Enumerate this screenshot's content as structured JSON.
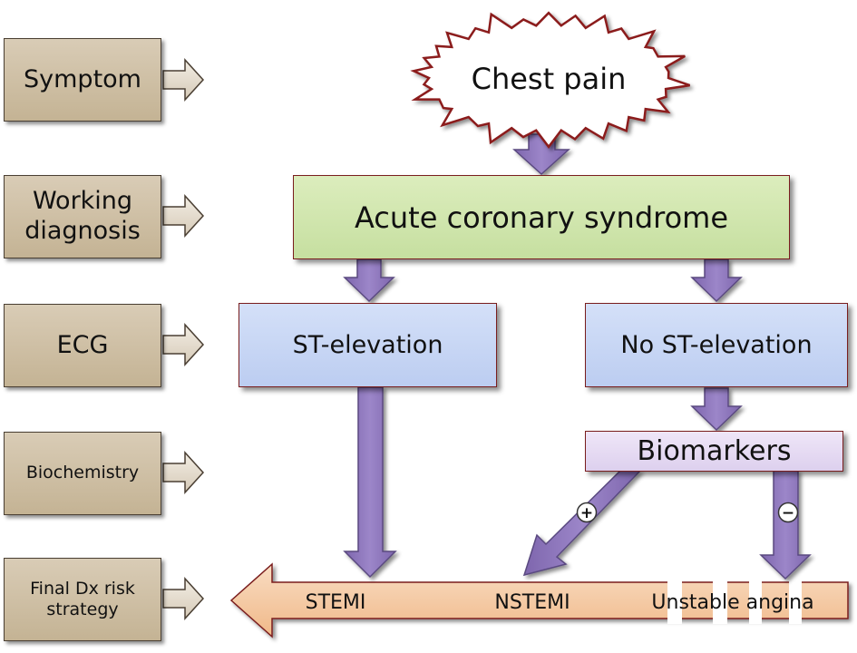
{
  "row_labels": [
    "Symptom",
    "Working\ndiagnosis",
    "ECG",
    "Biochemistry",
    "Final Dx risk\nstrategy"
  ],
  "chest_pain": "Chest pain",
  "acs": "Acute coronary syndrome",
  "st_elevation": "ST-elevation",
  "no_st_elevation": "No ST-elevation",
  "biomarkers": "Biomarkers",
  "positive_sign": "+",
  "negative_sign": "−",
  "outcomes": {
    "stemi": "STEMI",
    "nstemi": "NSTEMI",
    "unstable_angina": "Unstable angina"
  },
  "colors": {
    "label_box": "#cdbfa5",
    "acs_box": "#d3e6b0",
    "ecg_box": "#c9d7f5",
    "biomarker_box": "#e6dcf3",
    "arrow_purple": "#8a72b8",
    "final_arrow": "#f4c8a1",
    "border_red": "#7a1e1e"
  }
}
